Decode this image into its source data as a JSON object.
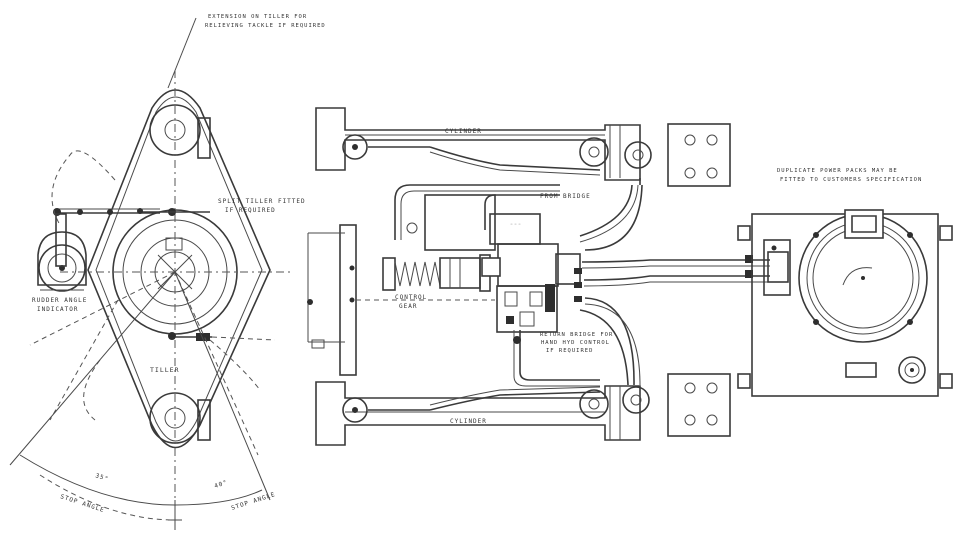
{
  "labels": {
    "extension_line1": "EXTENSION ON TILLER FOR",
    "extension_line2": "RELIEVING TACKLE IF REQUIRED",
    "split_line1": "SPLIT TILLER FITTED",
    "split_line2": "IF REQUIRED",
    "rudder_line1": "RUDDER ANGLE",
    "rudder_line2": "INDICATOR",
    "tiller": "TILLER",
    "cylinder_top": "CYLINDER",
    "cylinder_bottom": "CYLINDER",
    "from_bridge": "FROM BRIDGE",
    "control_line1": "CONTROL",
    "control_line2": "GEAR",
    "hand_line1": "RETURN BRIDGE FOR",
    "hand_line2": "HAND HYD CONTROL",
    "hand_line3": "IF REQUIRED",
    "duplicate_line1": "DUPLICATE POWER PACKS MAY BE",
    "duplicate_line2": "FITTED TO CUSTOMERS SPECIFICATION",
    "angle_left_value": "35°",
    "angle_left_line1": "STOP ANGLE",
    "angle_right_value": "40°",
    "angle_right_line1": "STOP ANGLE"
  },
  "colors": {
    "ink": "#3a3a3a",
    "paper": "#ffffff"
  }
}
